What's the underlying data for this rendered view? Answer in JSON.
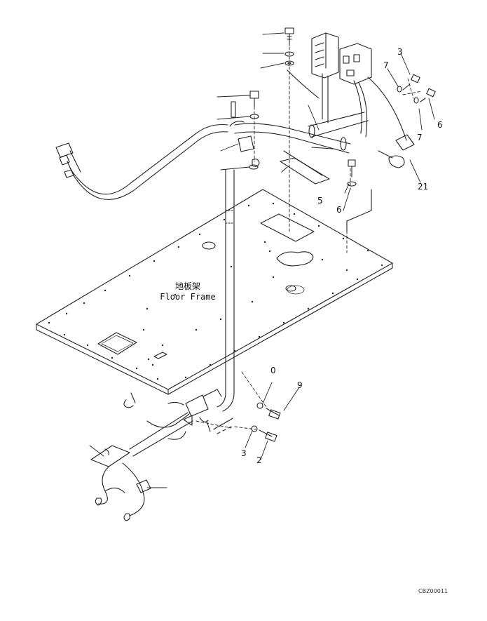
{
  "diagram": {
    "floor_label_cn": "地板架",
    "floor_label_en": "Floor Frame",
    "drawing_code": "CBZ00011",
    "callouts": [
      "3",
      "7",
      "6",
      "7",
      "6",
      "21",
      "5",
      "6",
      "0",
      "9",
      "3",
      "2"
    ]
  }
}
